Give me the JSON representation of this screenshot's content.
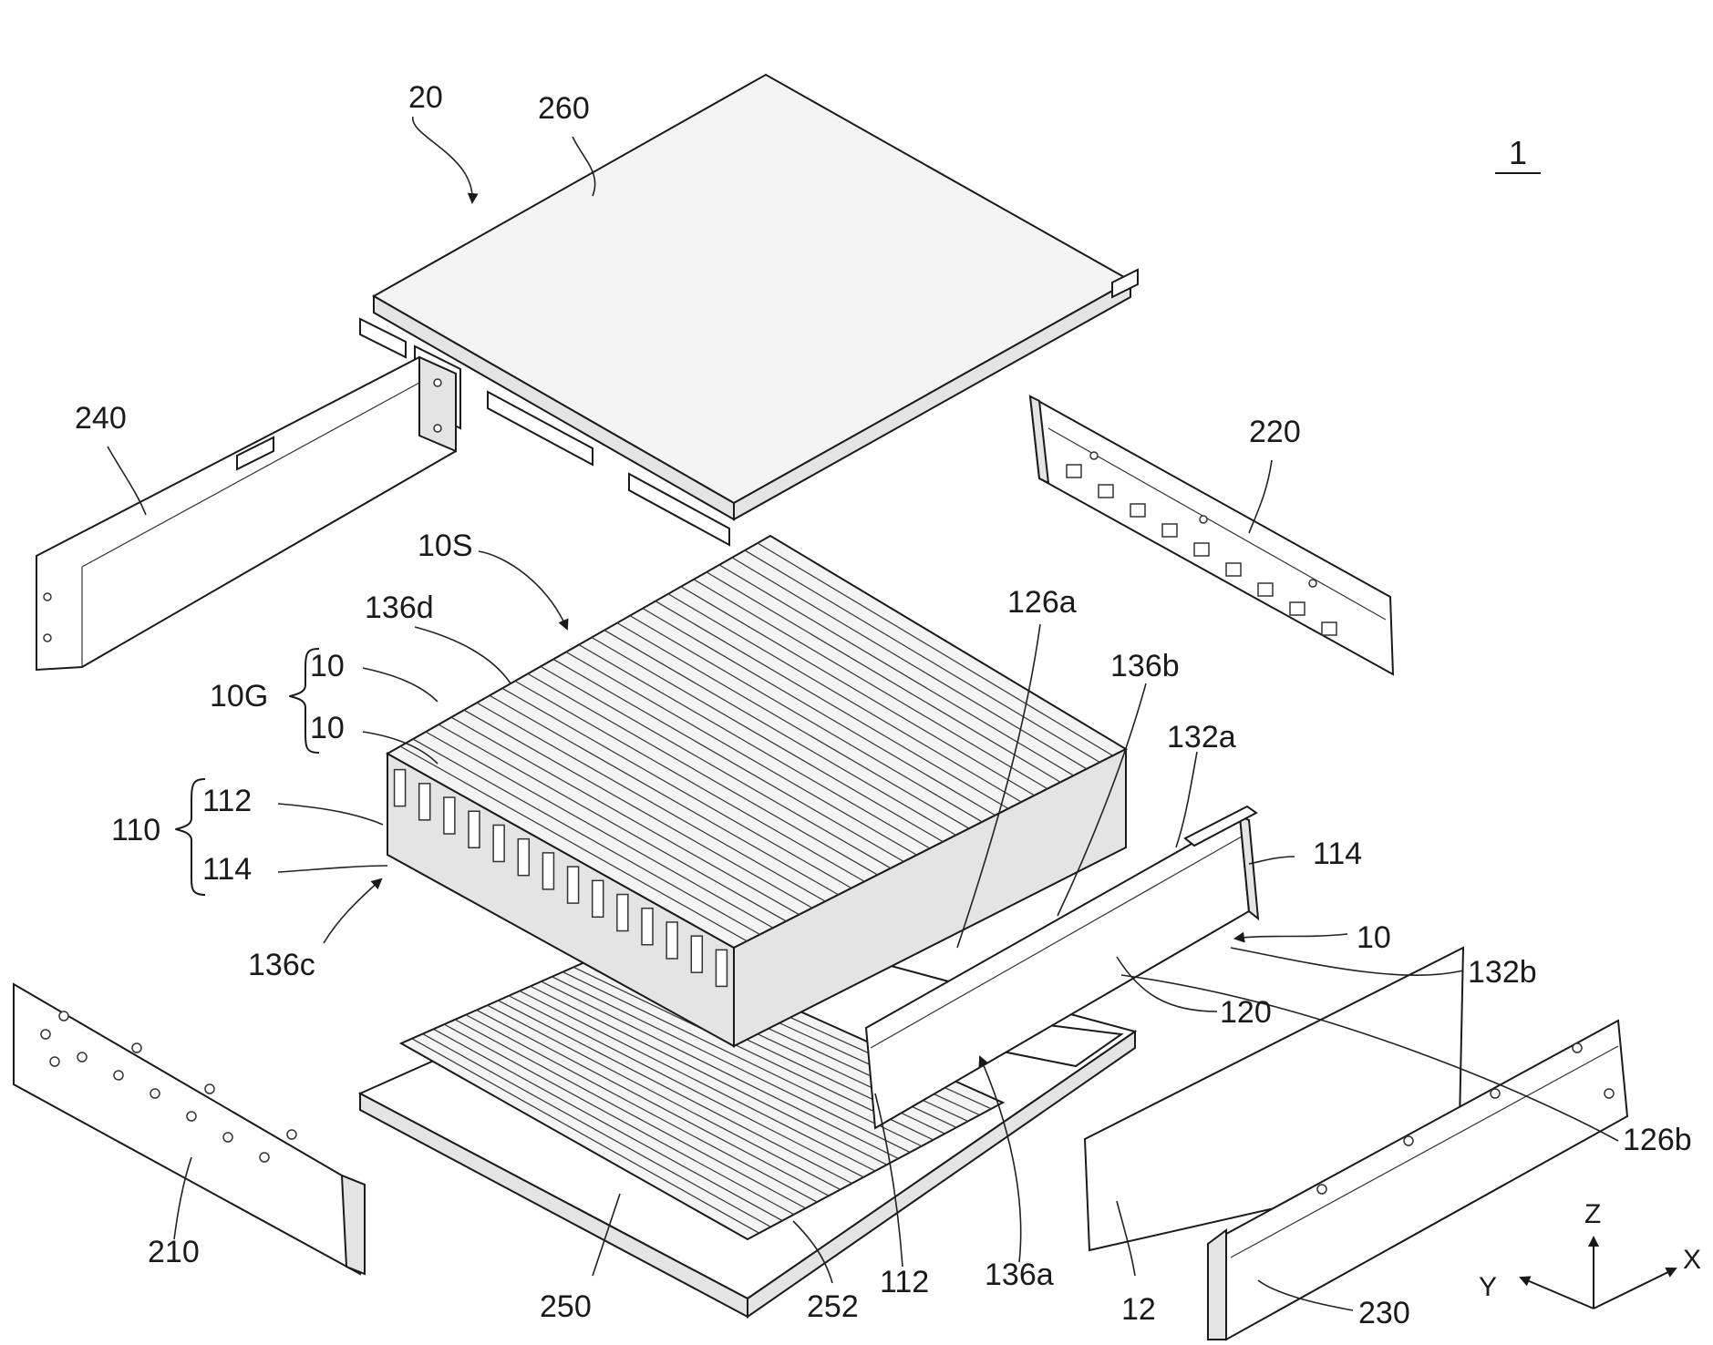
{
  "figure": {
    "labels": {
      "assembly_1": "1",
      "cover_assembly": "20",
      "top_cover": "260",
      "side_panel_left": "240",
      "side_panel_right": "220",
      "cell_stack": "10S",
      "group": "10G",
      "cell_upper": "10",
      "cell_lower": "10",
      "edge_136d": "136d",
      "edge_126a": "126a",
      "edge_136b": "136b",
      "edge_132a": "132a",
      "edge_132b": "132b",
      "frame": "110",
      "frame_part_112_upper": "112",
      "frame_part_114_left": "114",
      "frame_part_114_right": "114",
      "cell_single": "10",
      "body_120": "120",
      "edge_136c": "136c",
      "end_plate_front": "210",
      "base_plate": "250",
      "heat_sink_252": "252",
      "frame_part_112_lower": "112",
      "edge_136a": "136a",
      "sheet_12": "12",
      "edge_126b": "126b",
      "end_plate_rear": "230"
    },
    "axes": {
      "z": "Z",
      "y": "Y",
      "x": "X"
    }
  }
}
